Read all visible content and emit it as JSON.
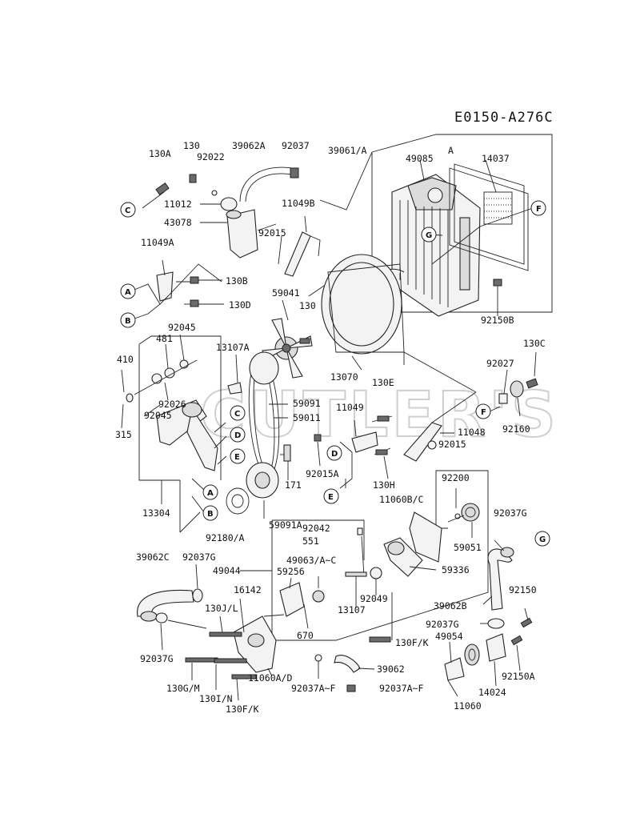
{
  "diagram_code": "E0150-A276C",
  "watermark": "CUTLER'S",
  "callouts": [
    "A",
    "B",
    "C",
    "D",
    "E",
    "F",
    "G"
  ],
  "part_labels": {
    "p130A": "130A",
    "p130": "130",
    "p92022": "92022",
    "p39062A": "39062A",
    "p92037": "92037",
    "p39061A": "39061/A",
    "p49085": "49085",
    "pA_box": "A",
    "p14037": "14037",
    "p11012": "11012",
    "p43078": "43078",
    "p11049B": "11049B",
    "p92015": "92015",
    "p11049A": "11049A",
    "p130B": "130B",
    "p130D": "130D",
    "p59041": "59041",
    "p130b2": "130",
    "p92150B": "92150B",
    "p92045a": "92045",
    "p481": "481",
    "p13107A": "13107A",
    "p410": "410",
    "p92026": "92026",
    "p92045b": "92045",
    "p315": "315",
    "p13070": "13070",
    "p130C": "130C",
    "p92027": "92027",
    "p59091": "59091",
    "p59011": "59011",
    "p130E": "130E",
    "p11049": "11049",
    "p92160": "92160",
    "p11048": "11048",
    "p92015b": "92015",
    "p130H": "130H",
    "p171": "171",
    "p92015A": "92015A",
    "p13304": "13304",
    "p92180A": "92180/A",
    "p59091A": "59091A",
    "p92200": "92200",
    "p11060BC": "11060B/C",
    "p59051": "59051",
    "p92042": "92042",
    "p551": "551",
    "p92037Ga": "92037G",
    "p39062C": "39062C",
    "p92037Gb": "92037G",
    "p49044": "49044",
    "p49063": "49063/A~C",
    "p59256": "59256",
    "p59336": "59336",
    "p92049": "92049",
    "p16142": "16142",
    "p13107": "13107",
    "p39062B": "39062B",
    "p92150": "92150",
    "p130JL": "130J/L",
    "p670": "670",
    "p92037Gc": "92037G",
    "p49054": "49054",
    "p130FKa": "130F/K",
    "p92037Gd": "92037G",
    "p39062": "39062",
    "p92150A": "92150A",
    "p130GM": "130G/M",
    "p11060AD": "11060A/D",
    "p14024": "14024",
    "p130IN": "130I/N",
    "p92037AFa": "92037A~F",
    "p92037AFb": "92037A~F",
    "p130FKb": "130F/K",
    "p11060": "11060"
  }
}
